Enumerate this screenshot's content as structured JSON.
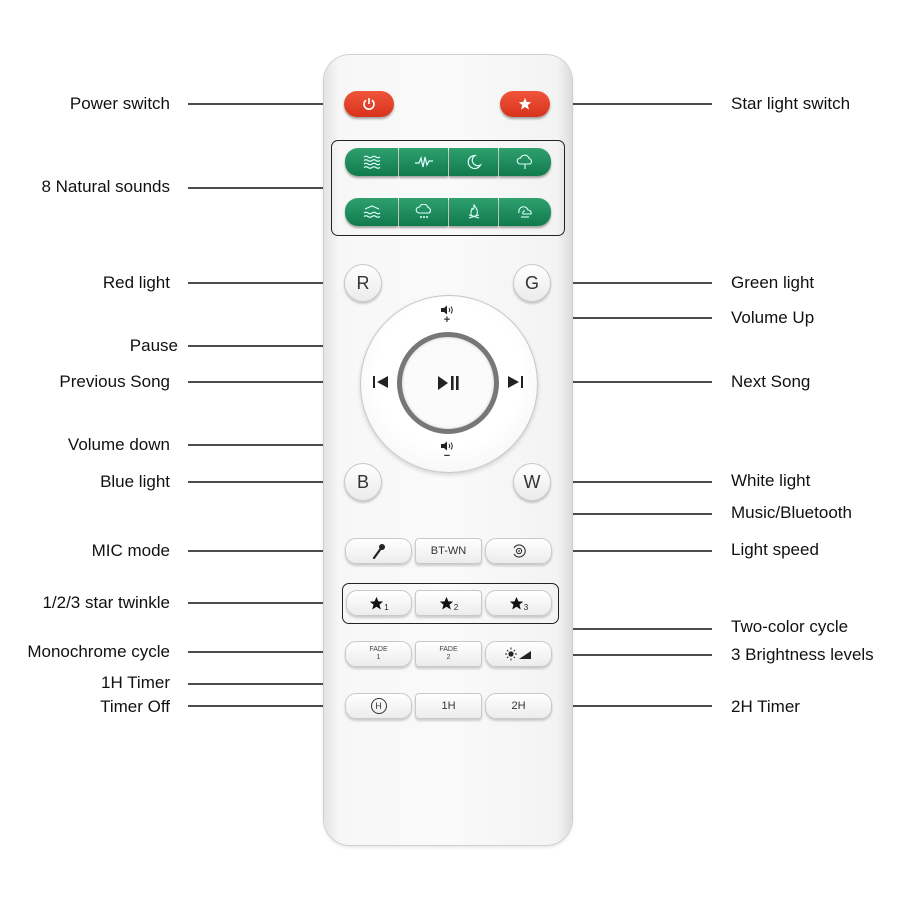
{
  "labels": {
    "power_switch": "Power switch",
    "star_light_switch": "Star light switch",
    "natural_sounds": "8 Natural sounds",
    "red_light": "Red light",
    "green_light": "Green light",
    "volume_up": "Volume Up",
    "pause": "Pause",
    "previous_song": "Previous Song",
    "next_song": "Next Song",
    "volume_down": "Volume down",
    "blue_light": "Blue light",
    "white_light": "White light",
    "music_bluetooth": "Music/Bluetooth",
    "mic_mode": "MIC mode",
    "light_speed": "Light speed",
    "star_twinkle": "1/2/3  star twinkle",
    "two_color_cycle": "Two-color cycle",
    "monochrome_cycle": "Monochrome cycle",
    "brightness_levels": "3 Brightness levels",
    "timer_1h": "1H Timer",
    "timer_off": "Timer Off",
    "timer_2h": "2H Timer"
  },
  "buttons": {
    "r": "R",
    "g": "G",
    "b": "B",
    "w": "W",
    "bt_wn": "BT-WN",
    "star1_sub": "1",
    "star2_sub": "2",
    "star3_sub": "3",
    "fade": "FADE",
    "fade1_num": "1",
    "fade2_num": "2",
    "vol_plus": "+",
    "vol_minus": "−",
    "h1": "1H",
    "h2": "2H",
    "timer_off_symbol": "H"
  },
  "colors": {
    "power_red": "#e2432a",
    "sound_green": "#1d8a5b",
    "remote_body": "#f7f7f7"
  },
  "icons": {
    "sound_buttons": [
      "waves-icon",
      "heartbeat-icon",
      "moon-icon",
      "cloud-wind-icon",
      "sea-waves-icon",
      "rain-cloud-icon",
      "campfire-icon",
      "wind-icon"
    ]
  }
}
